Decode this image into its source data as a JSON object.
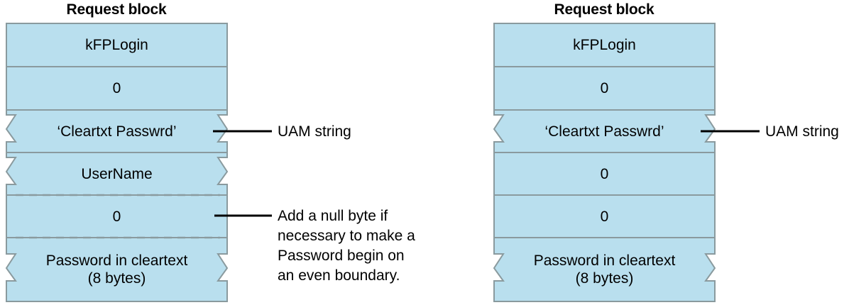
{
  "figure": {
    "background_color": "#ffffff",
    "box_fill_color": "#b9dfee",
    "box_stroke_color": "#8a9a9e",
    "divider_color": "#8a9a9e",
    "dashed_divider_color": "#8a9a9e",
    "text_color": "#000000",
    "leader_line_color": "#000000"
  },
  "blocks": [
    {
      "id": "left",
      "title": "Request block",
      "rows": [
        {
          "label": "kFPLogin",
          "torn": false,
          "top_divider": "none",
          "bottom_divider": "solid"
        },
        {
          "label": "0",
          "torn": false,
          "top_divider": "solid",
          "bottom_divider": "solid"
        },
        {
          "label": "‘Cleartxt Passwrd’",
          "torn": true,
          "top_divider": "solid",
          "bottom_divider": "solid"
        },
        {
          "label": "UserName",
          "torn": true,
          "top_divider": "solid",
          "bottom_divider": "dashed"
        },
        {
          "label": "0",
          "torn": false,
          "top_divider": "dashed",
          "bottom_divider": "dashed"
        },
        {
          "label": "Password in cleartext\n(8 bytes)",
          "torn": true,
          "top_divider": "dashed",
          "bottom_divider": "none"
        }
      ],
      "annotations": [
        {
          "text": "UAM string",
          "target_row": 2
        },
        {
          "text": "Add a null byte if\nnecessary to make a\nPassword begin on\nan even boundary.",
          "target_row": 4
        }
      ]
    },
    {
      "id": "right",
      "title": "Request block",
      "rows": [
        {
          "label": "kFPLogin",
          "torn": false,
          "top_divider": "none",
          "bottom_divider": "solid"
        },
        {
          "label": "0",
          "torn": false,
          "top_divider": "solid",
          "bottom_divider": "solid"
        },
        {
          "label": "‘Cleartxt Passwrd’",
          "torn": true,
          "top_divider": "solid",
          "bottom_divider": "solid"
        },
        {
          "label": "0",
          "torn": false,
          "top_divider": "solid",
          "bottom_divider": "solid"
        },
        {
          "label": "0",
          "torn": false,
          "top_divider": "solid",
          "bottom_divider": "solid"
        },
        {
          "label": "Password in cleartext\n(8 bytes)",
          "torn": true,
          "top_divider": "solid",
          "bottom_divider": "none"
        }
      ],
      "annotations": [
        {
          "text": "UAM string",
          "target_row": 2
        }
      ]
    }
  ]
}
